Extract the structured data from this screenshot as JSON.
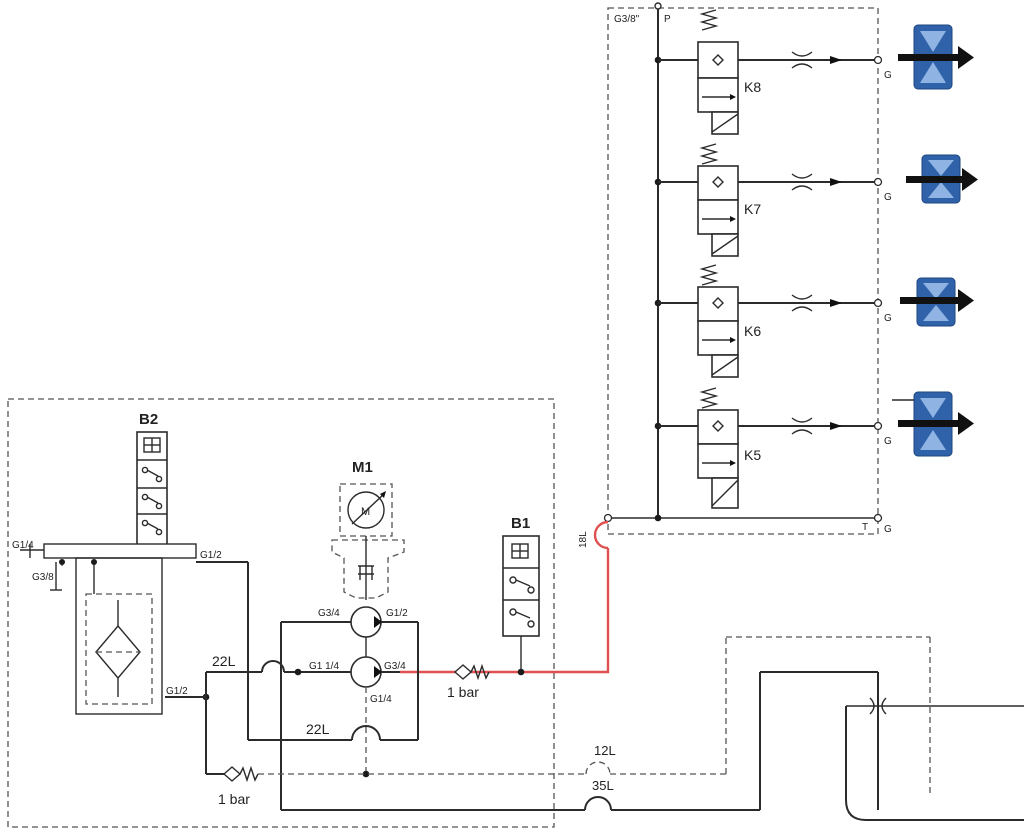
{
  "labels": {
    "b2": "B2",
    "b1": "B1",
    "m1": "M1",
    "motor_symbol": "M",
    "valve_block_port": "G3/8\"",
    "pressure_port": "P",
    "tank_port": "T",
    "k8": "K8",
    "k7": "K7",
    "k6": "K6",
    "k5": "K5",
    "out_port": "G",
    "g14": "G1/4",
    "g38": "G3/8",
    "g12_a": "G1/2",
    "g12_b": "G1/2",
    "g34_pump_top": "G3/4",
    "g12_pump_top": "G1/2",
    "g114": "G1 1/4",
    "g34_pump_out": "G3/4",
    "g14_pump": "G1/4",
    "hose_18l": "18L",
    "hose_22l_a": "22L",
    "hose_22l_b": "22L",
    "hose_12l": "12L",
    "hose_35l": "35L",
    "check_1bar_a": "1 bar",
    "check_1bar_b": "1 bar"
  },
  "colors": {
    "line": "#2b2b2b",
    "pressure_line": "#e05050",
    "actuator": "#2f62a8",
    "actuator_highlight": "#8fb3e3"
  },
  "icons": [
    "solenoid-valve-icon",
    "throttle-icon",
    "check-valve-icon",
    "filter-icon",
    "motor-icon",
    "pump-icon",
    "actuator-icon",
    "pressure-switch-icon"
  ]
}
